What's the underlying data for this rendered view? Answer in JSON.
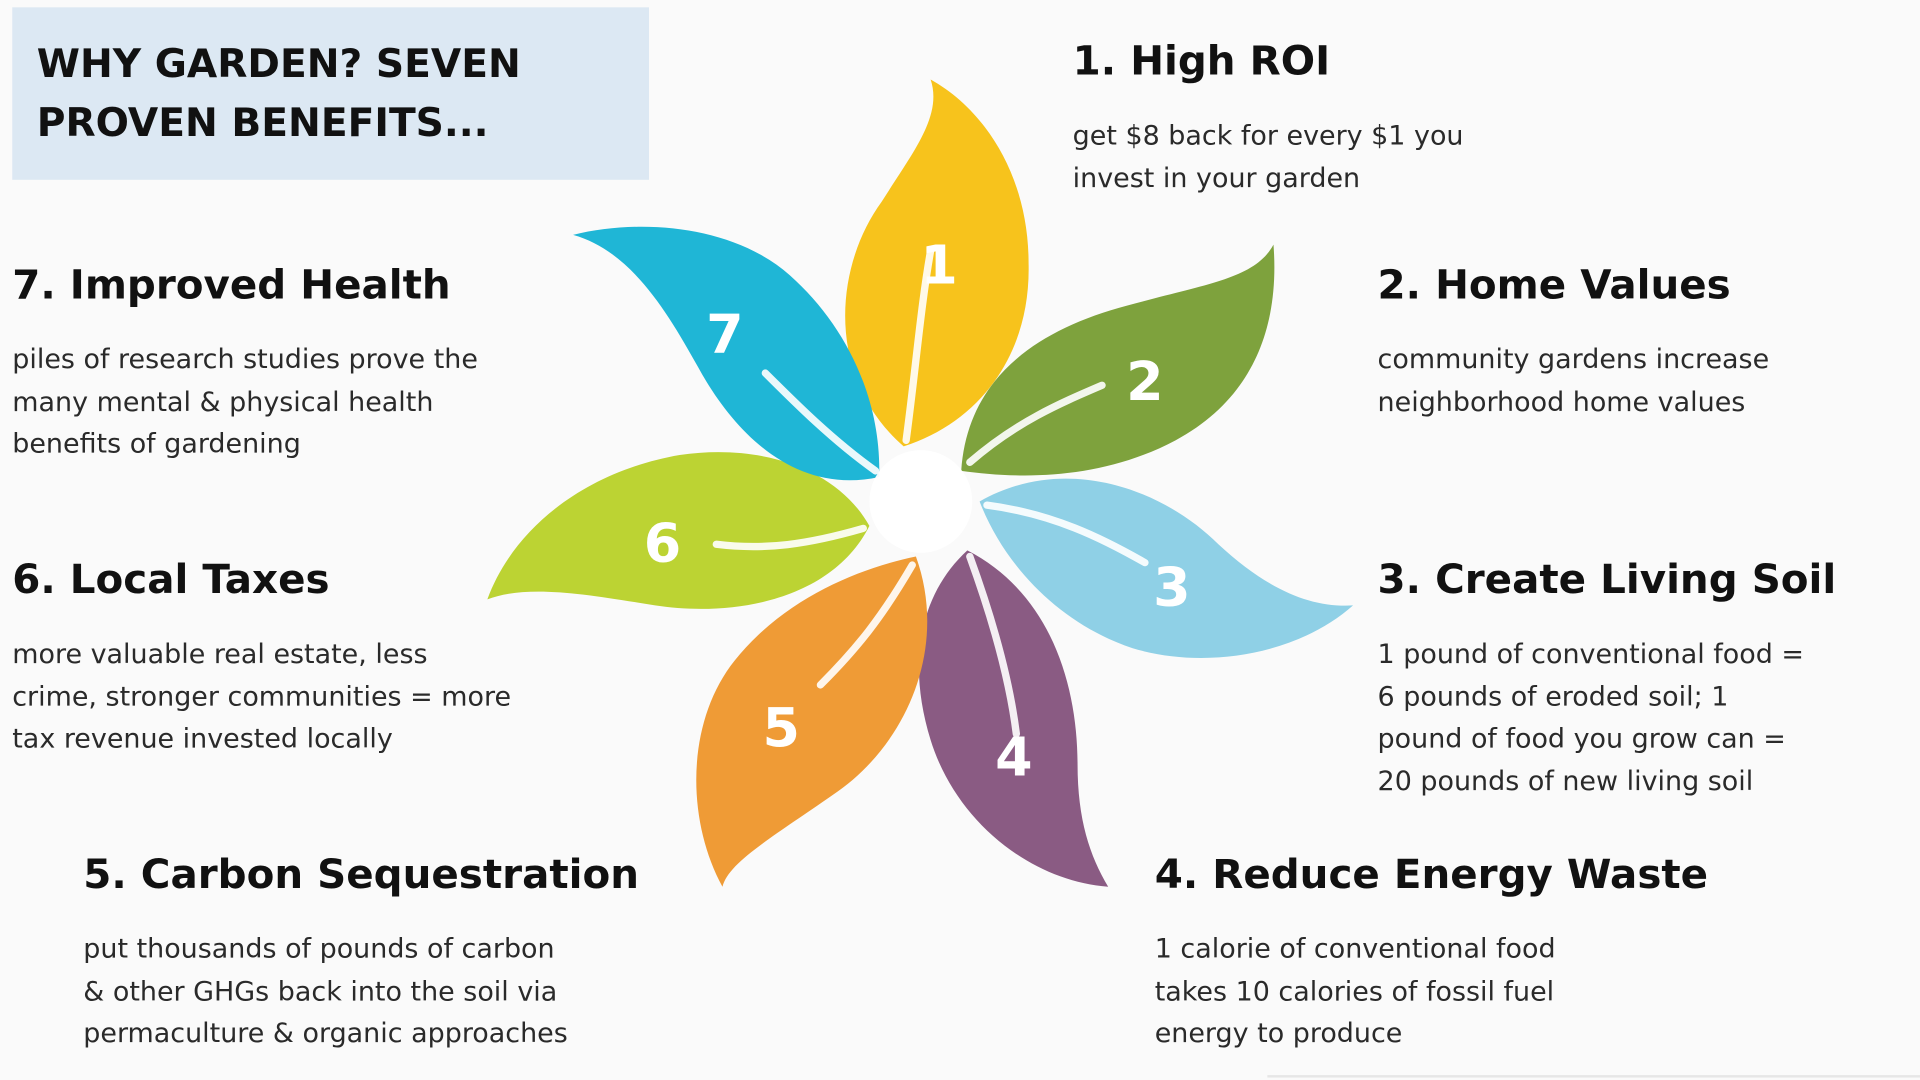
{
  "title": "WHY GARDEN? SEVEN\nPROVEN BENEFITS...",
  "benefits": [
    {
      "heading": "1. High ROI",
      "text": "get $8 back for every $1 you\ninvest in your garden"
    },
    {
      "heading": "2. Home Values",
      "text": "community gardens increase\nneighborhood home values"
    },
    {
      "heading": "3. Create Living Soil",
      "text": "1 pound of conventional food =\n6 pounds of eroded soil; 1\npound of food you grow can =\n20 pounds of new living soil"
    },
    {
      "heading": "4. Reduce Energy Waste",
      "text": "1 calorie of conventional food\ntakes 10 calories of fossil fuel\nenergy to produce"
    },
    {
      "heading": "5. Carbon Sequestration",
      "text": "put thousands of pounds of carbon\n& other GHGs back into the soil via\npermaculture & organic approaches"
    },
    {
      "heading": "6. Local Taxes",
      "text": "more valuable real estate, less\ncrime, stronger communities = more\ntax revenue invested locally"
    },
    {
      "heading": "7. Improved Health",
      "text": "piles of research studies prove the\nmany mental & physical health\nbenefits of gardening"
    }
  ],
  "petals": [
    {
      "number": "1",
      "color": "#f7c31c"
    },
    {
      "number": "2",
      "color": "#7ea23d"
    },
    {
      "number": "3",
      "color": "#8fd0e6"
    },
    {
      "number": "4",
      "color": "#8a5b83"
    },
    {
      "number": "5",
      "color": "#ef9b36"
    },
    {
      "number": "6",
      "color": "#bcd333"
    },
    {
      "number": "7",
      "color": "#1fb6d6"
    }
  ]
}
